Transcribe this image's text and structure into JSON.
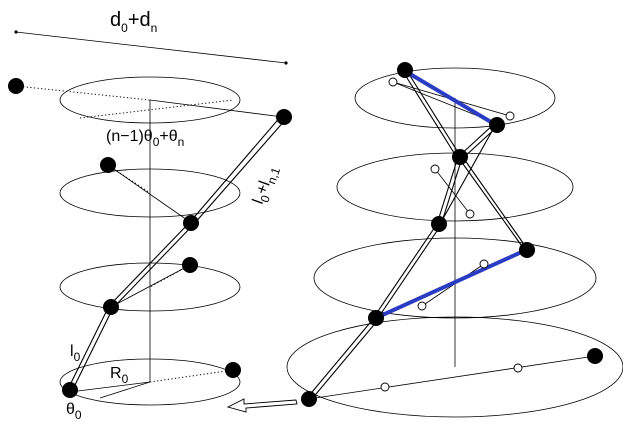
{
  "figure": {
    "label_top": "d",
    "label_top_sub": "0",
    "label_top_plus": "+d",
    "label_top_sub2": "n",
    "label_angle_top": "(n−1)θ",
    "label_angle_top_sub": "0",
    "label_angle_top_plus": "+θ",
    "label_angle_top_sub2": "n",
    "label_length_top": "l",
    "label_length_top_sub": "0",
    "label_length_top_plus": "+l",
    "label_length_top_sub2": "n,1",
    "label_length_bottom": "l",
    "label_length_bottom_sub": "0",
    "label_radius": "R",
    "label_radius_sub": "0",
    "label_angle_bottom": "θ",
    "label_angle_bottom_sub": "0"
  }
}
